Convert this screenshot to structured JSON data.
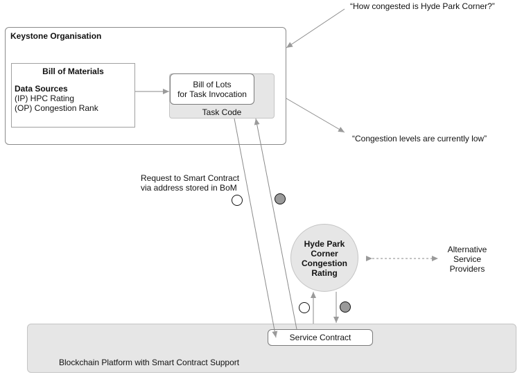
{
  "keystone": {
    "title": "Keystone Organisation"
  },
  "bom": {
    "title": "Bill of Materials",
    "data_sources_label": "Data Sources",
    "input": "(IP) HPC Rating",
    "output": "(OP) Congestion Rank"
  },
  "bill_of_lots": {
    "line1": "Bill of Lots",
    "line2": "for Task Invocation"
  },
  "task_code": {
    "label": "Task Code"
  },
  "question": "“How congested is Hyde Park Corner?”",
  "answer": "“Congestion levels are currently low”",
  "request": {
    "line1": "Request to Smart Contract",
    "line2": "via address stored in BoM"
  },
  "hpc_rating": {
    "lines": [
      "Hyde Park",
      "Corner",
      "Congestion",
      "Rating"
    ]
  },
  "alternatives": {
    "lines": [
      "Alternative",
      "Service",
      "Providers"
    ]
  },
  "service_contract": {
    "label": "Service Contract"
  },
  "blockchain": {
    "label": "Blockchain Platform with Smart Contract Support"
  },
  "colors": {
    "line": "#8a8a8a",
    "panel_fill": "#e6e6e6",
    "token_filled": "#9a9a9a"
  }
}
